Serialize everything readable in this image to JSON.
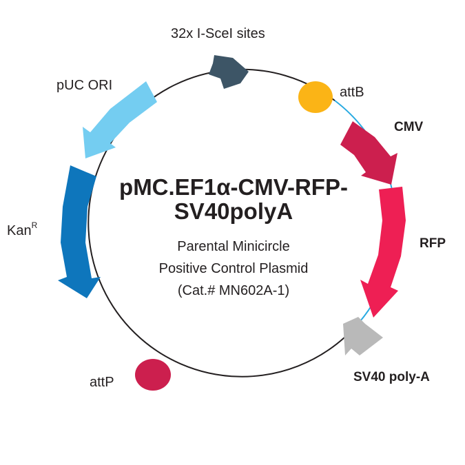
{
  "title": {
    "line1": "pMC.EF1α-CMV-RFP-",
    "line2": "SV40polyA"
  },
  "subtitle": {
    "line1": "Parental Minicircle",
    "line2": "Positive Control Plasmid",
    "line3": "(Cat.# MN602A-1)"
  },
  "features": [
    {
      "label": "32x I-SceI sites",
      "superscript": "",
      "color": "#3d5566"
    },
    {
      "label": "attB",
      "superscript": "",
      "color": "#fbb416"
    },
    {
      "label": "CMV",
      "superscript": "",
      "color": "#cc1f4e"
    },
    {
      "label": "RFP",
      "superscript": "",
      "color": "#ee1f54"
    },
    {
      "label": "SV40 poly-A",
      "superscript": "",
      "color": "#b9b9b9"
    },
    {
      "label": "attP",
      "superscript": "",
      "color": "#cc1f4e"
    },
    {
      "label": "Kan",
      "superscript": "R",
      "color": "#0e76bc"
    },
    {
      "label": "pUC ORI",
      "superscript": "",
      "color": "#74cdf1"
    }
  ],
  "colors": {
    "backbone": "#231f20",
    "minicircle_backbone": "#29aae1"
  }
}
